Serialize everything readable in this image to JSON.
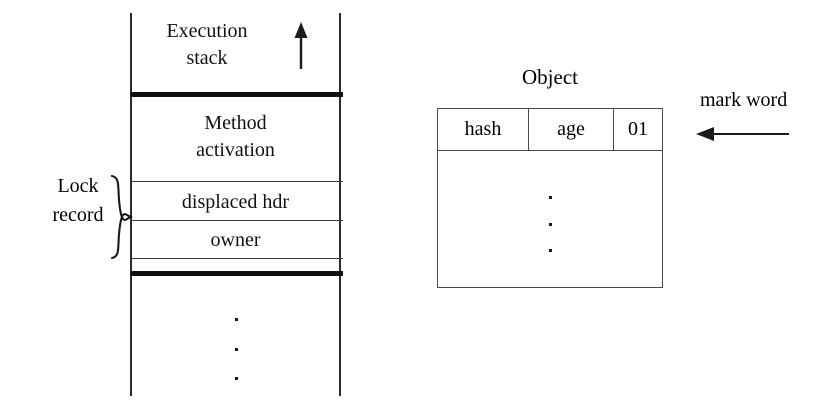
{
  "figure": {
    "title": "Java thin lock: execution stack with lock record and object mark word",
    "background_color": "#ffffff",
    "line_color": "#3b3b3b",
    "thick_line_color": "#111111",
    "text_color": "#111111"
  },
  "stack": {
    "top_label_line1": "Execution",
    "top_label_line2": "stack",
    "direction_arrow_icon": "arrow-up-icon",
    "frames": [
      {
        "name": "method-activation",
        "line1": "Method",
        "line2": "activation"
      },
      {
        "name": "displaced-header",
        "label": "displaced hdr"
      },
      {
        "name": "owner",
        "label": "owner"
      },
      {
        "name": "padding-slot",
        "label": ""
      }
    ],
    "continuation_dots": "⋮",
    "lock_record": {
      "label_line1": "Lock",
      "label_line2": "record",
      "brace_icon": "curly-brace-right-icon"
    }
  },
  "object": {
    "title": "Object",
    "mark_word_fields": [
      {
        "name": "hash",
        "label": "hash"
      },
      {
        "name": "age",
        "label": "age"
      },
      {
        "name": "lock-bits",
        "label": "01"
      }
    ],
    "body_dots": "⋮",
    "annotation": {
      "label": "mark word",
      "arrow_icon": "arrow-left-icon"
    }
  }
}
